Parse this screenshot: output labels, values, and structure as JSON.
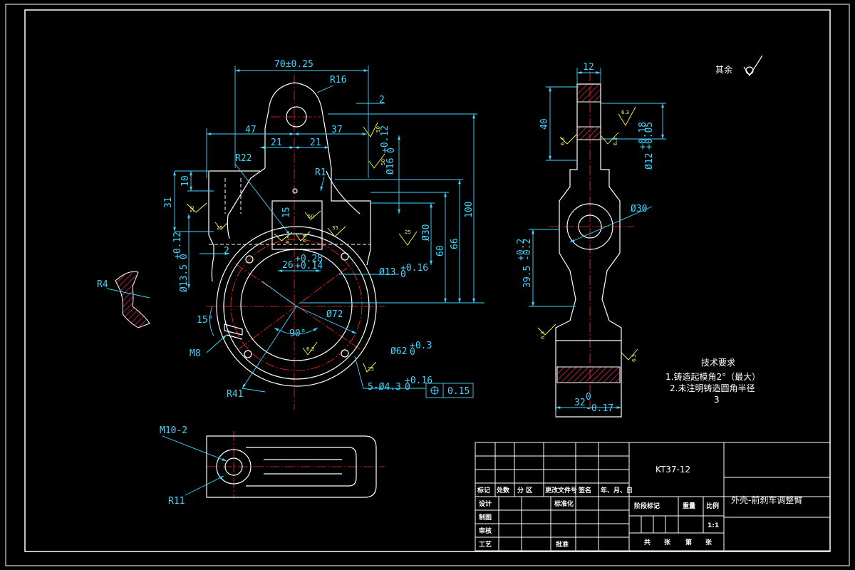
{
  "drawing": {
    "colors": {
      "background": "#000000",
      "outline": "#ffffff",
      "dimension": "#3fd6ff",
      "centerline": "#ff2a2a",
      "roughness": "#ffff40",
      "hatch": "#ff3366"
    },
    "surface_note": {
      "label": "其余"
    },
    "front_view": {
      "dims": {
        "overall_width": "70±0.25",
        "top_radius": "R16",
        "gap": "2",
        "left_47": "47",
        "right_37": "37",
        "left_21": "21",
        "right_21": "21",
        "r22": "R22",
        "r1": "R1",
        "d16": "Ø16",
        "d16_tol": "+0.12",
        "d16_tol2": "0",
        "h10": "10",
        "h31": "31",
        "h15": "15",
        "d30": "Ø30",
        "h60": "60",
        "h66": "66",
        "h100": "100",
        "slot": "26",
        "slot_tol": "+0.28",
        "slot_tol2": "+0.14",
        "d13": "Ø13",
        "d13_tol": "+0.16",
        "d13_tol2": "0",
        "d13_5": "Ø13.5",
        "d13_5_tol": "+0.12",
        "d13_5_tol2": "0",
        "gap2": "2",
        "angle15": "15°",
        "m8": "M8",
        "d72": "Ø72",
        "angle90": "90°",
        "d62": "Ø62",
        "d62_tol": "+0.3",
        "d62_tol2": "0",
        "r41": "R41",
        "holes": "5-Ø4.3",
        "holes_tol": "+0.16",
        "holes_tol2": "0",
        "pos_tol": "0.15",
        "r4": "R4"
      },
      "roughness": [
        "50",
        "50",
        "50",
        "25",
        "50",
        "6.3",
        "35",
        "25",
        "6.3",
        "6.3",
        "25"
      ]
    },
    "side_view": {
      "dims": {
        "w12": "12",
        "h40": "40",
        "d12": "Ø12",
        "d12_tol": "+0.18",
        "d12_tol2": "+0.05",
        "d30": "Ø30",
        "h39_5": "39.5",
        "h39_5_tol": "+0.2",
        "h39_5_tol2": "-0.2",
        "w32": "32",
        "w32_tol": "0",
        "w32_tol2": "-0.17"
      },
      "roughness": [
        "6.3",
        "6.3",
        "6.3",
        "6.3",
        "6.3"
      ]
    },
    "bottom_view": {
      "dims": {
        "thread": "M10-2",
        "radius": "R11"
      }
    },
    "tech_requirements": {
      "title": "技术要求",
      "items": [
        "1.铸造起模角2°（最大）",
        "2.未注明铸造圆角半径",
        "3"
      ]
    },
    "title_block": {
      "drawing_number": "KT37-12",
      "part_name": "外壳-前刹车调整臂",
      "labels": {
        "mark": "标记",
        "count": "处数",
        "zone": "分 区",
        "change_doc": "更改文件号",
        "signature": "签名",
        "date": "年、月、日",
        "design": "设计",
        "standardize": "标准化",
        "drafting": "制图",
        "review": "审核",
        "process": "工艺",
        "approve": "批准",
        "stage_mark": "阶段标记",
        "weight": "重量",
        "scale_label": "比例",
        "scale": "1:1",
        "total": "共",
        "sheets": "张",
        "number": "第",
        "page": "张"
      }
    }
  }
}
